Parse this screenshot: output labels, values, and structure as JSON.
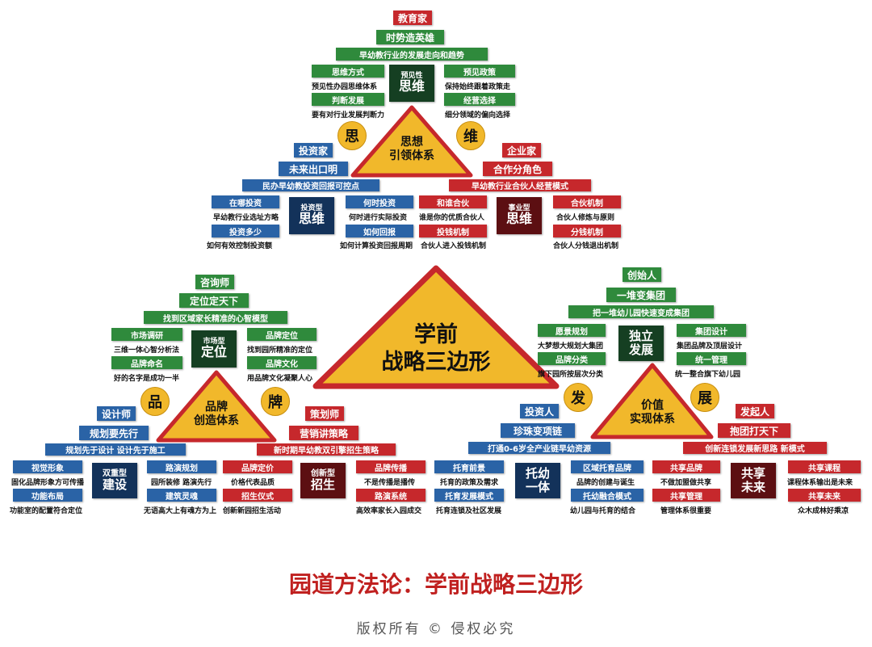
{
  "colors": {
    "green": "#2f8a3c",
    "blue": "#2a63a6",
    "red": "#c6282c",
    "gold": "#f1b82b",
    "title_red": "#c0201f"
  },
  "center": {
    "line1": "学前",
    "line2": "战略三边形"
  },
  "title": "园道方法论：学前战略三边形",
  "copyright": "版权所有 © 侵权必究",
  "top": {
    "role": "教育家",
    "slogan": "时势造英雄",
    "banner": "早幼教行业的发展走向和趋势",
    "hub_small": "预见性",
    "hub_large": "思维",
    "left_items": [
      {
        "label": "思维方式",
        "desc": "预见性办园思维体系"
      },
      {
        "label": "判断发展",
        "desc": "要有对行业发展判断力"
      }
    ],
    "right_items": [
      {
        "label": "预见政策",
        "desc": "保持始终跟着政策走"
      },
      {
        "label": "经营选择",
        "desc": "细分领域的偏向选择"
      }
    ],
    "circle_left": "思",
    "circle_right": "维",
    "tri_line1": "思想",
    "tri_line2": "引领体系"
  },
  "investor": {
    "role": "投资家",
    "slogan": "未来出口明",
    "banner": "民办早幼教投资回报可控点",
    "hub_small": "投资型",
    "hub_large": "思维",
    "left_items": [
      {
        "label": "在哪投资",
        "desc": "早幼教行业选址方略"
      },
      {
        "label": "投资多少",
        "desc": "如何有效控制投资额"
      }
    ],
    "right_items": [
      {
        "label": "何时投资",
        "desc": "何时进行实际投资"
      },
      {
        "label": "如何回报",
        "desc": "如何计算投资回报周期"
      }
    ]
  },
  "entrepreneur": {
    "role": "企业家",
    "slogan": "合作分角色",
    "banner": "早幼教行业合伙人经营模式",
    "hub_small": "事业型",
    "hub_large": "思维",
    "left_items": [
      {
        "label": "和谁合伙",
        "desc": "谁是你的优质合伙人"
      },
      {
        "label": "投钱机制",
        "desc": "合伙人进入投钱机制"
      }
    ],
    "right_items": [
      {
        "label": "合伙机制",
        "desc": "合伙人修炼与原则"
      },
      {
        "label": "分钱机制",
        "desc": "合伙人分钱退出机制"
      }
    ]
  },
  "consultant": {
    "role": "咨询师",
    "slogan": "定位定天下",
    "banner": "找到区域家长精准的心智模型",
    "hub_small": "市场型",
    "hub_large": "定位",
    "left_items": [
      {
        "label": "市场调研",
        "desc": "三维一体心智分析法"
      },
      {
        "label": "品牌命名",
        "desc": "好的名字是成功一半"
      }
    ],
    "right_items": [
      {
        "label": "品牌定位",
        "desc": "找到园所精准的定位"
      },
      {
        "label": "品牌文化",
        "desc": "用品牌文化凝聚人心"
      }
    ],
    "circle_left": "品",
    "circle_right": "牌",
    "tri_line1": "品牌",
    "tri_line2": "创造体系"
  },
  "designer": {
    "role": "设计师",
    "slogan": "规划要先行",
    "banner": "规划先于设计 设计先于施工",
    "hub_line1": "双重型",
    "hub_line2": "建设",
    "left_items": [
      {
        "label": "视觉形象",
        "desc": "固化品牌形象方可传播"
      },
      {
        "label": "功能布局",
        "desc": "功能室的配置符合定位"
      }
    ],
    "right_items": [
      {
        "label": "路演规划",
        "desc": "园所装修 路演先行"
      },
      {
        "label": "建筑灵魂",
        "desc": "无语高大上有魂方为上"
      }
    ]
  },
  "planner": {
    "role": "策划师",
    "slogan": "营销讲策略",
    "banner": "新时期早幼教双引擎招生策略",
    "hub_line1": "创新型",
    "hub_line2": "招生",
    "left_items": [
      {
        "label": "品牌定价",
        "desc": "价格代表品质"
      },
      {
        "label": "招生仪式",
        "desc": "创新新园招生活动"
      }
    ],
    "right_items": [
      {
        "label": "品牌传播",
        "desc": "不是传播是播传"
      },
      {
        "label": "路演系统",
        "desc": "高效率家长入园成交"
      }
    ]
  },
  "founder": {
    "role": "创始人",
    "slogan": "一堆变集团",
    "banner": "把一堆幼儿园快速变成集团",
    "hub_line1": "独立",
    "hub_line2": "发展",
    "left_items": [
      {
        "label": "愿景规划",
        "desc": "大梦想大规划大集团"
      },
      {
        "label": "品牌分类",
        "desc": "旗下园所按层次分类"
      }
    ],
    "right_items": [
      {
        "label": "集团设计",
        "desc": "集团品牌及顶层设计"
      },
      {
        "label": "统一管理",
        "desc": "统一整合旗下幼儿园"
      }
    ],
    "circle_left": "发",
    "circle_right": "展",
    "tri_line1": "价值",
    "tri_line2": "实现体系"
  },
  "investor2": {
    "role": "投资人",
    "slogan": "珍珠变项链",
    "banner": "打通0-6岁全产业链早幼资源",
    "hub_line1": "托幼",
    "hub_line2": "一体",
    "left_items": [
      {
        "label": "托育前景",
        "desc": "托育的政策及需求"
      },
      {
        "label": "托育发展模式",
        "desc": "托育连锁及社区发展"
      }
    ],
    "right_items": [
      {
        "label": "区域托育品牌",
        "desc": "品牌的创建与诞生"
      },
      {
        "label": "托幼融合模式",
        "desc": "幼儿园与托育的结合"
      }
    ]
  },
  "initiator": {
    "role": "发起人",
    "slogan": "抱团打天下",
    "banner": "创新连锁发展新思路 新模式",
    "hub_line1": "共享",
    "hub_line2": "未来",
    "left_items": [
      {
        "label": "共享品牌",
        "desc": "不做加盟做共享"
      },
      {
        "label": "共享管理",
        "desc": "管理体系很重要"
      }
    ],
    "right_items": [
      {
        "label": "共享课程",
        "desc": "课程体系输出是未来"
      },
      {
        "label": "共享未来",
        "desc": "众木成林好乘凉"
      }
    ]
  }
}
